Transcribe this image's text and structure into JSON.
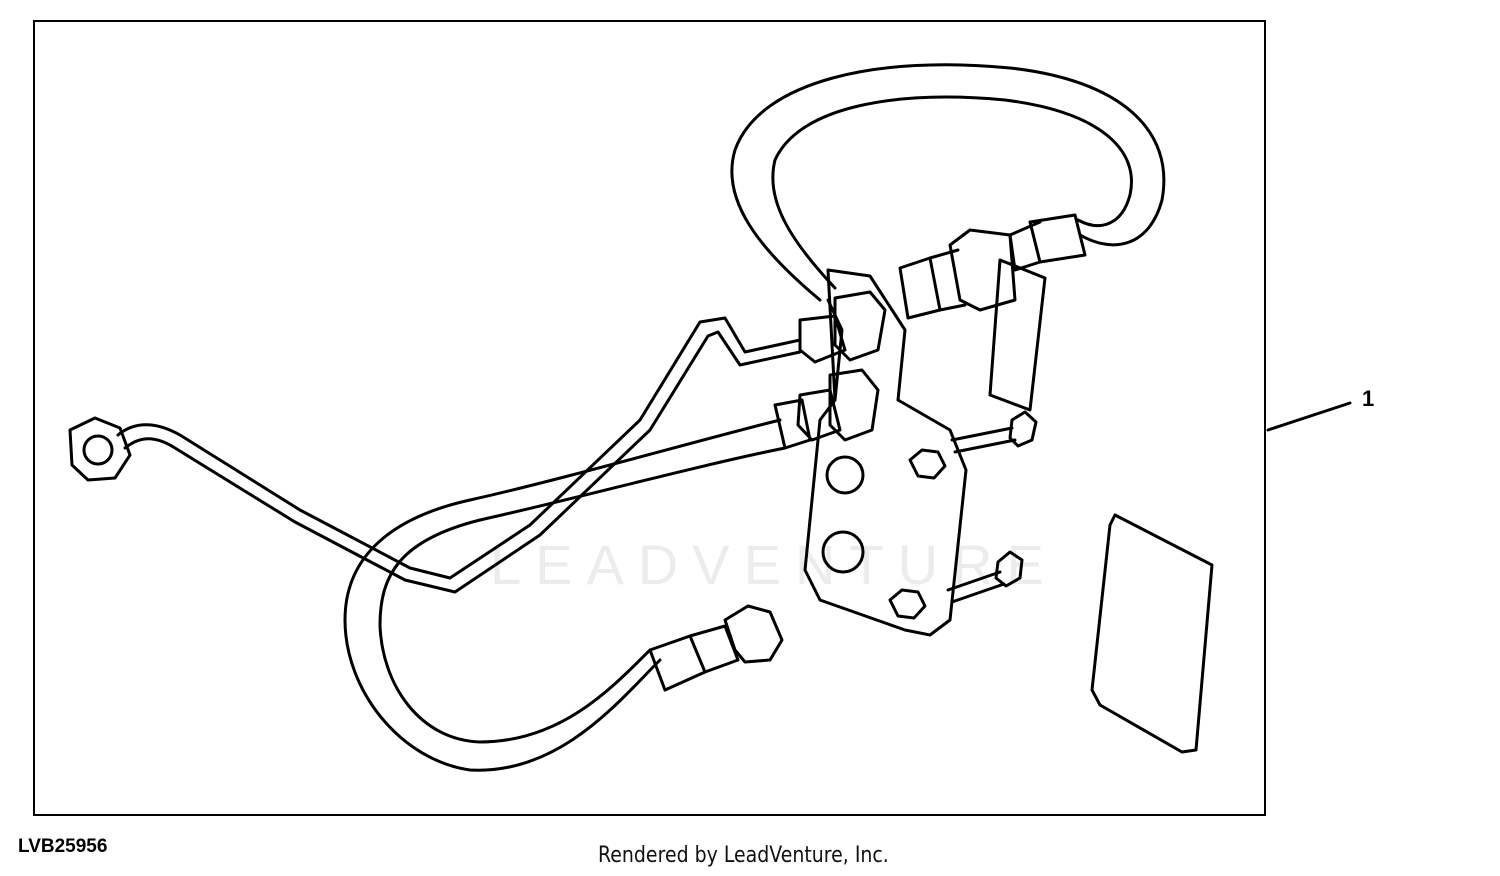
{
  "diagram": {
    "figure_id": "LVB25956",
    "credit": "Rendered by LeadVenture, Inc.",
    "watermark": "LEADVENTURE",
    "callouts": [
      {
        "label": "1"
      }
    ]
  },
  "colors": {
    "line": "#000000",
    "background": "#ffffff",
    "watermark": "#ececec"
  }
}
